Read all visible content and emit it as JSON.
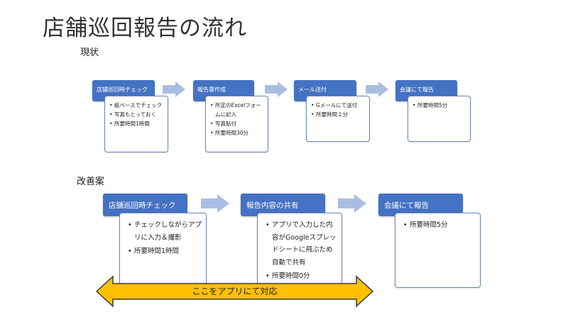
{
  "title": "店舗巡回報告の流れ",
  "current": {
    "label": "現状",
    "steps": [
      {
        "title": "店舗巡回時チェック",
        "items": [
          "紙ベースでチェック",
          "写真もとっておく",
          "所要時間1時間"
        ]
      },
      {
        "title": "報告書作成",
        "items": [
          "所定のExcelフォームに記入",
          "写真貼付",
          "所要時間30分"
        ]
      },
      {
        "title": "メール送付",
        "items": [
          "Gメールにて送付",
          "所要時間２分"
        ]
      },
      {
        "title": "会議にて報告",
        "items": [
          "所要時間5分"
        ]
      }
    ]
  },
  "improved": {
    "label": "改善案",
    "steps": [
      {
        "title": "店舗巡回時チェック",
        "items": [
          "チェックしながらアプリに入力＆撮影",
          "所要時間1時間"
        ]
      },
      {
        "title": "報告内容の共有",
        "items": [
          "アプリで入力した内容がGoogleスプレッドシートに飛ぶため自動で共有",
          "所要時間0分"
        ]
      },
      {
        "title": "会議にて報告",
        "items": [
          "所要時間5分"
        ]
      }
    ]
  },
  "banner": {
    "text": "ここをアプリにて対応"
  },
  "colors": {
    "header": "#4472c4",
    "arrow": "#a9bde3",
    "banner_fill": "#ffc000",
    "banner_stroke": "#3b3b3b"
  }
}
